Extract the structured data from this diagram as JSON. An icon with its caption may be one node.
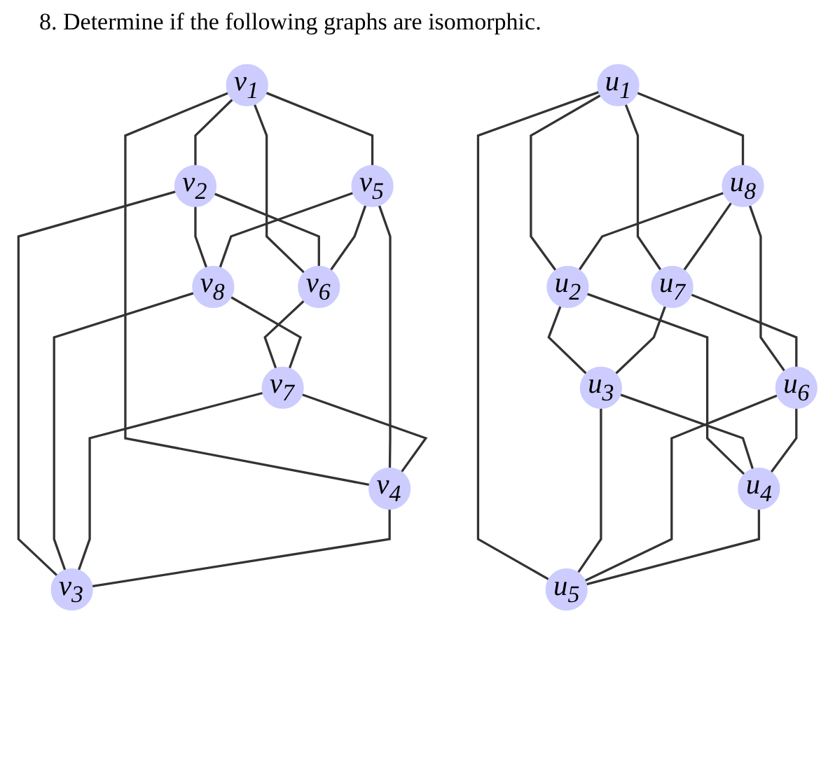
{
  "diagram": {
    "title": "8. Determine if the following graphs are isomorphic.",
    "nodes": [
      {
        "text": [
          "v$_{1}$"
        ]
      },
      {
        "text": [
          "v$_{2}$"
        ]
      },
      {
        "text": [
          "v$_{5}$"
        ]
      },
      {
        "text": [
          "v$_{6}$"
        ]
      },
      {
        "text": [
          "v$_{8}$"
        ]
      },
      {
        "text": [
          "v$_{7}$"
        ]
      },
      {
        "text": [
          "v$_{4}$"
        ]
      },
      {
        "text": [
          "v$_{3}$"
        ]
      },
      {
        "text": [
          "u$_{1}$"
        ]
      },
      {
        "text": [
          "u$_{8}$"
        ]
      },
      {
        "text": [
          "u$_{2}$"
        ]
      },
      {
        "text": [
          "u$_{7}$"
        ]
      },
      {
        "text": [
          "u$_{3}$"
        ]
      },
      {
        "text": [
          "u$_{6}$"
        ]
      },
      {
        "text": [
          "u$_{4}$"
        ]
      },
      {
        "text": [
          "u$_{5}$"
        ]
      }
    ],
    "edges": [
      {
        "from": 0,
        "to": 1,
        "arrow": "none"
      },
      {
        "from": 0,
        "to": 2,
        "arrow": "none"
      },
      {
        "from": 0,
        "to": 3,
        "arrow": "none"
      },
      {
        "from": 0,
        "to": 6,
        "arrow": "none"
      },
      {
        "from": 1,
        "to": 3,
        "arrow": "none"
      },
      {
        "from": 1,
        "to": 4,
        "arrow": "none"
      },
      {
        "from": 1,
        "to": 7,
        "arrow": "none"
      },
      {
        "from": 2,
        "to": 3,
        "arrow": "none"
      },
      {
        "from": 2,
        "to": 4,
        "arrow": "none"
      },
      {
        "from": 2,
        "to": 6,
        "arrow": "none"
      },
      {
        "from": 3,
        "to": 5,
        "arrow": "none"
      },
      {
        "from": 4,
        "to": 5,
        "arrow": "none"
      },
      {
        "from": 4,
        "to": 7,
        "arrow": "none"
      },
      {
        "from": 5,
        "to": 6,
        "arrow": "none"
      },
      {
        "from": 5,
        "to": 7,
        "arrow": "none"
      },
      {
        "from": 6,
        "to": 7,
        "arrow": "none"
      },
      {
        "from": 8,
        "to": 9,
        "arrow": "none"
      },
      {
        "from": 8,
        "to": 10,
        "arrow": "none"
      },
      {
        "from": 8,
        "to": 11,
        "arrow": "none"
      },
      {
        "from": 8,
        "to": 15,
        "arrow": "none"
      },
      {
        "from": 9,
        "to": 10,
        "arrow": "none"
      },
      {
        "from": 9,
        "to": 11,
        "arrow": "none"
      },
      {
        "from": 9,
        "to": 13,
        "arrow": "none"
      },
      {
        "from": 10,
        "to": 12,
        "arrow": "none"
      },
      {
        "from": 10,
        "to": 14,
        "arrow": "none"
      },
      {
        "from": 11,
        "to": 12,
        "arrow": "none"
      },
      {
        "from": 11,
        "to": 13,
        "arrow": "none"
      },
      {
        "from": 12,
        "to": 14,
        "arrow": "none"
      },
      {
        "from": 12,
        "to": 15,
        "arrow": "none"
      },
      {
        "from": 13,
        "to": 14,
        "arrow": "none"
      },
      {
        "from": 13,
        "to": 15,
        "arrow": "none"
      },
      {
        "from": 14,
        "to": 15,
        "arrow": "none"
      }
    ]
  }
}
